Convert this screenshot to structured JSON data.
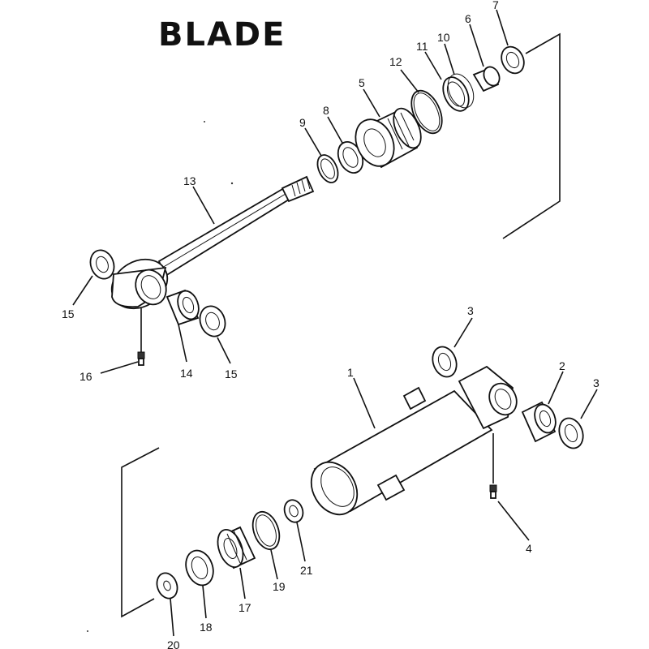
{
  "diagram": {
    "title": "BLADE",
    "callouts": {
      "p1": "1",
      "p2": "2",
      "p3a": "3",
      "p3b": "3",
      "p4": "4",
      "p5": "5",
      "p6": "6",
      "p7": "7",
      "p8": "8",
      "p9": "9",
      "p10": "10",
      "p11": "11",
      "p12": "12",
      "p13": "13",
      "p14": "14",
      "p15a": "15",
      "p15b": "15",
      "p16": "16",
      "p17": "17",
      "p18": "18",
      "p19": "19",
      "p20": "20",
      "p21": "21"
    }
  }
}
